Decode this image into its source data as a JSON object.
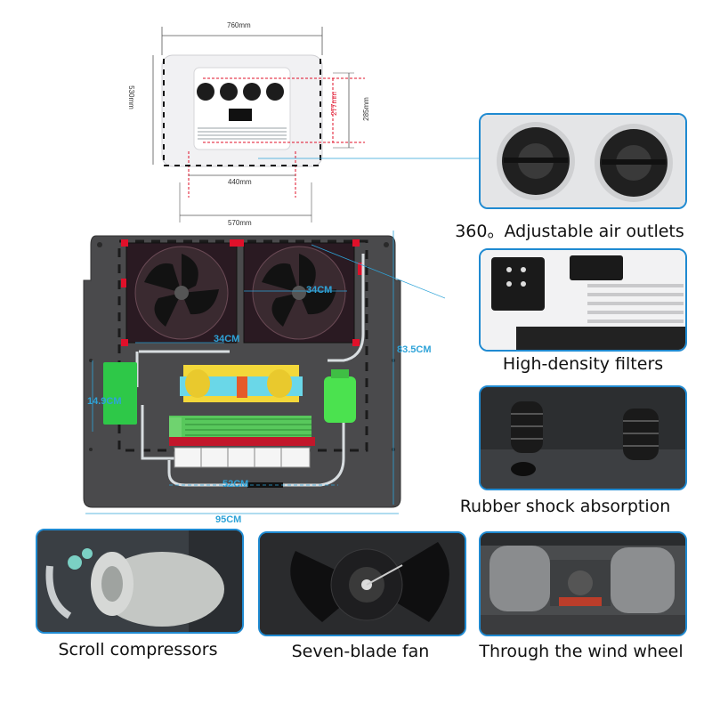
{
  "top_unit": {
    "width_label": "760mm",
    "depth_label": "530mm",
    "inner_height_label": "277mm",
    "outer_height_label": "285mm",
    "inner_width_label": "440mm",
    "outer_width_label": "570mm"
  },
  "internal": {
    "fan_width_left": "34CM",
    "fan_width_right": "34CM",
    "tank_label": "14.9CM",
    "pipe_label": "52CM",
    "base_width": "95CM",
    "base_height": "83.5CM"
  },
  "features": [
    {
      "caption": "360。Adjustable air outlets",
      "icon": "air-outlet-icon"
    },
    {
      "caption": "High-density filters",
      "icon": "filter-icon"
    },
    {
      "caption": "Rubber shock absorption",
      "icon": "shock-absorber-icon"
    },
    {
      "caption": "Scroll compressors",
      "icon": "compressor-icon"
    },
    {
      "caption": "Seven-blade fan",
      "icon": "fan-icon"
    },
    {
      "caption": "Through the wind wheel",
      "icon": "wind-wheel-icon"
    }
  ],
  "colors": {
    "callout_border": "#1f8ad1",
    "dimension_cyan": "#2ea3d8",
    "marker_red": "#e0102a"
  }
}
